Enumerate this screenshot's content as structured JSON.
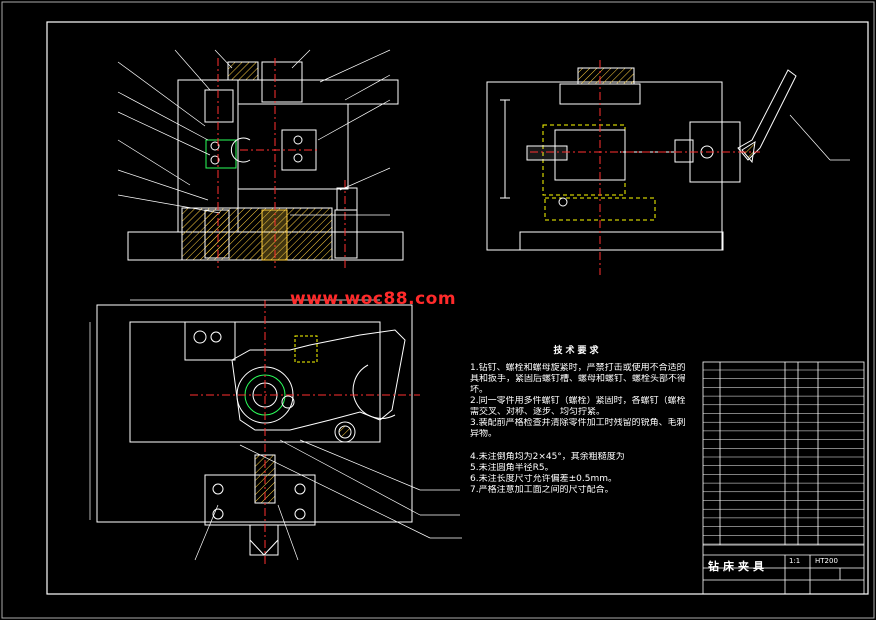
{
  "watermark": "www.woc88.com",
  "notes": {
    "title": "技术要求",
    "lines": [
      "1.钻钉、螺栓和螺母旋紧时，严禁打击或使用不合适的旋",
      "具和扳手，紧固后螺钉槽、螺母和螺钉、螺栓头部不得损",
      "坏。",
      "2.同一零件用多件螺钉（螺栓）紧固时，各螺钉（螺栓）",
      "需交叉、对称、逐步、均匀拧紧。",
      "3.装配前严格检查并清除零件加工时残留的锐角、毛刺和",
      "异物。",
      "4.未注倒角均为2×45°，其余粗糙度为",
      "5.未注圆角半径R5。",
      "6.未注长度尺寸允许偏差±0.5mm。",
      "7.严格注意加工面之间的尺寸配合。"
    ]
  },
  "title_block": {
    "name": "钻床夹具",
    "scale": "1:1",
    "material": "HT200"
  },
  "colors": {
    "outline": "#ffffff",
    "center": "#ff3030",
    "hatch": "#ffcf40",
    "hidden": "#ffff00",
    "leader": "#ffffff",
    "detail": "#2aff5a",
    "watermark": "#ff2a2a"
  }
}
